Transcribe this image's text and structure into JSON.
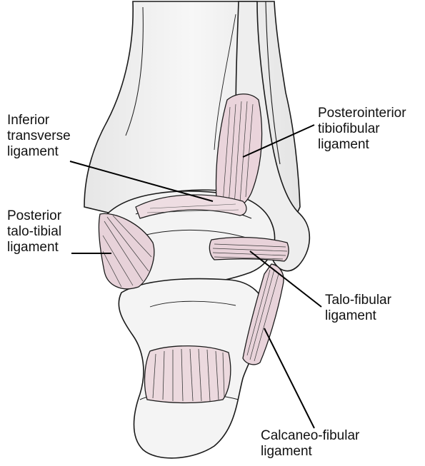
{
  "labels": {
    "inferior_transverse": [
      "Inferior",
      "transverse",
      "ligament"
    ],
    "posterior_talotibial": [
      "Posterior",
      "talo-tibial",
      "ligament"
    ],
    "posterointerior_tibiofibular": [
      "Posterointerior",
      "tibiofibular",
      "ligament"
    ],
    "talofibular": [
      "Talo-fibular",
      "ligament"
    ],
    "calcaneofibular": [
      "Calcaneo-fibular",
      "ligament"
    ]
  },
  "colors": {
    "outline": "#1a1a1a",
    "bone_fill": "#f2f2f2",
    "bone_shade": "#e2e2e2",
    "ligament_fill": "#e9d5dc",
    "ligament_fiber": "#3a3a3a"
  }
}
